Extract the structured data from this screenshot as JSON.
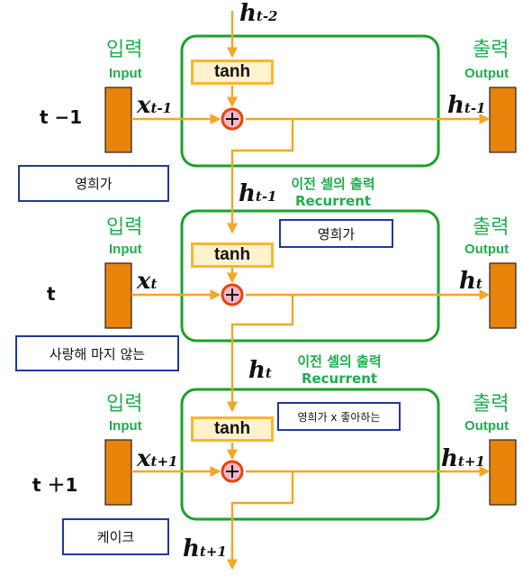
{
  "labels": {
    "input_ko": "입력",
    "input_en": "Input",
    "output_ko": "출력",
    "output_en": "Output"
  },
  "steps": [
    {
      "time": "t −1",
      "x_main": "x",
      "x_sub": "t-1",
      "h_main": "h",
      "h_sub": "t-1",
      "activation": "tanh",
      "plus": "+",
      "word": "영희가"
    },
    {
      "time": "t",
      "x_main": "x",
      "x_sub": "t",
      "h_main": "h",
      "h_sub": "t",
      "activation": "tanh",
      "plus": "+",
      "word": "사랑해 마지 않는",
      "state_text": "영희가"
    },
    {
      "time": "t ＋1",
      "x_main": "x",
      "x_sub": "t+1",
      "h_main": "h",
      "h_sub": "t+1",
      "activation": "tanh",
      "plus": "+",
      "word": "케이크",
      "state_text": "영희가 x 좋아하는"
    }
  ],
  "hidden": {
    "top": {
      "main": "h",
      "sub": "t-2"
    },
    "mid1": {
      "main": "h",
      "sub": "t-1"
    },
    "mid2": {
      "main": "h",
      "sub": "t"
    },
    "bottom": {
      "main": "h",
      "sub": "t+1"
    }
  },
  "recurrent": {
    "line1": "이전 셀의 출력",
    "line2": "Recurrent"
  },
  "colors": {
    "cell_border": "#1aa12b",
    "arrow": "#f5a623",
    "input_box": "#e8830c",
    "tanh_fill": "#fff2cc",
    "plus_fill": "#f4b8cc",
    "plus_ring": "#e8430c",
    "label_green": "#1fae4c",
    "word_border": "#1f3a9a"
  }
}
